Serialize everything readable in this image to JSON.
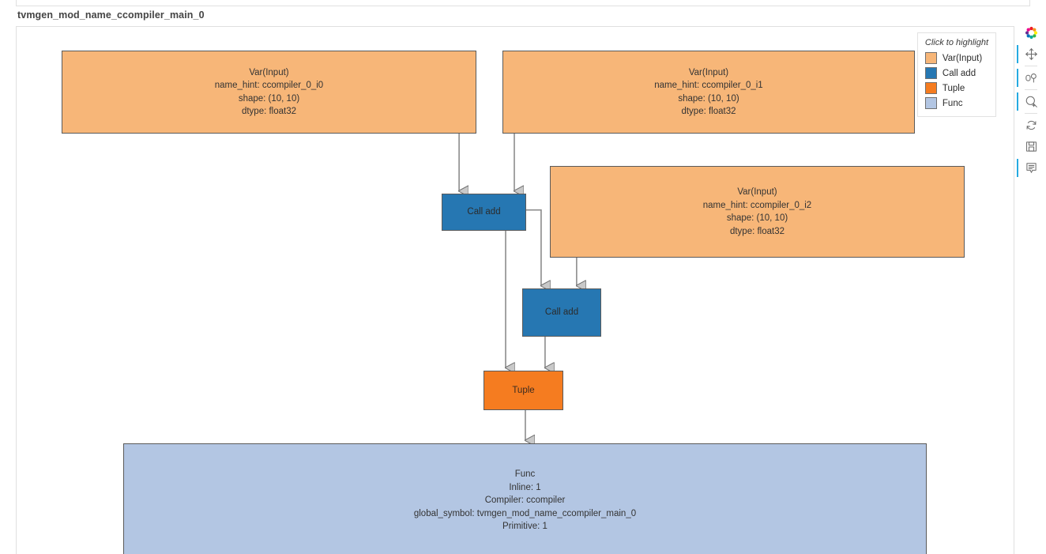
{
  "plot": {
    "title": "tvmgen_mod_name_ccompiler_main_0",
    "background": "#ffffff",
    "border_color": "#e0e0e0"
  },
  "legend": {
    "title": "Click to highlight",
    "items": [
      {
        "label": "Var(Input)",
        "color": "#F7B678"
      },
      {
        "label": "Call add",
        "color": "#2677B2"
      },
      {
        "label": "Tuple",
        "color": "#F57C20"
      },
      {
        "label": "Func",
        "color": "#B3C6E3"
      }
    ]
  },
  "graph": {
    "edge_color": "#8c8c8c",
    "arrow_fill": "#c9c9c9",
    "arrow_stroke": "#6e6e6e",
    "nodes": [
      {
        "id": "var_i0",
        "kind": "Var(Input)",
        "color": "#F7B678",
        "text": "Var(Input)\nname_hint: ccompiler_0_i0\nshape: (10, 10)\ndtype: float32"
      },
      {
        "id": "var_i1",
        "kind": "Var(Input)",
        "color": "#F7B678",
        "text": "Var(Input)\nname_hint: ccompiler_0_i1\nshape: (10, 10)\ndtype: float32"
      },
      {
        "id": "var_i2",
        "kind": "Var(Input)",
        "color": "#F7B678",
        "text": "Var(Input)\nname_hint: ccompiler_0_i2\nshape: (10, 10)\ndtype: float32"
      },
      {
        "id": "call_add_1",
        "kind": "Call add",
        "color": "#2677B2",
        "text": "Call add"
      },
      {
        "id": "call_add_2",
        "kind": "Call add",
        "color": "#2677B2",
        "text": "Call add"
      },
      {
        "id": "tuple_1",
        "kind": "Tuple",
        "color": "#F57C20",
        "text": "Tuple"
      },
      {
        "id": "func_1",
        "kind": "Func",
        "color": "#B3C6E3",
        "text": "Func\nInline: 1\nCompiler: ccompiler\nglobal_symbol: tvmgen_mod_name_ccompiler_main_0\nPrimitive: 1"
      }
    ]
  },
  "toolbar": {
    "items": [
      {
        "name": "bokeh-logo-icon",
        "title": "Bokeh"
      },
      {
        "name": "pan-tool",
        "title": "Pan",
        "active": true
      },
      {
        "name": "box-zoom-tool",
        "title": "Box Zoom",
        "active": true
      },
      {
        "name": "zoom-in-tool",
        "title": "Wheel Zoom",
        "active": true
      },
      {
        "name": "reset-tool",
        "title": "Reset",
        "active": false
      },
      {
        "name": "save-tool",
        "title": "Save",
        "active": false
      },
      {
        "name": "hover-tool",
        "title": "Hover",
        "active": true
      }
    ]
  }
}
